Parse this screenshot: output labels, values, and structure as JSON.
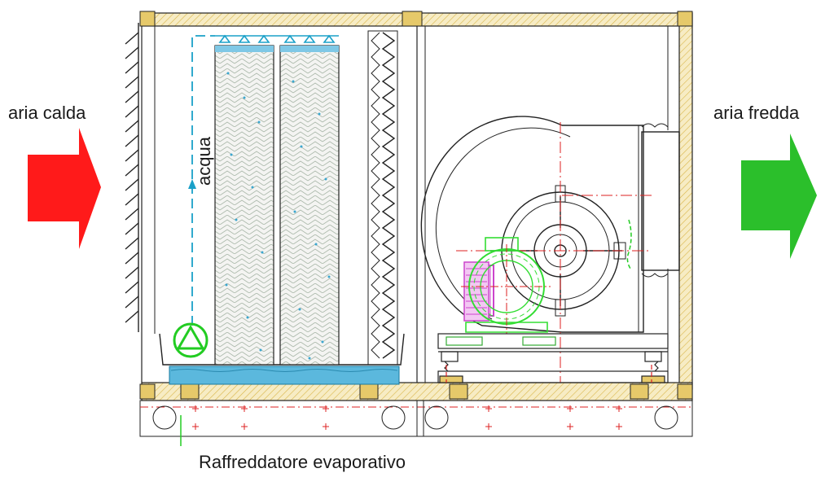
{
  "labels": {
    "hot_air": "aria calda",
    "cold_air": "aria fredda",
    "water": "acqua",
    "caption": "Raffreddatore evaporativo"
  },
  "colors": {
    "hot_air_arrow": "#ff1a1a",
    "cold_air_arrow": "#2bbf2b",
    "frame_hatch": "#e6c96a",
    "water_line": "#1aa0c8",
    "water_basin": "#5bb8dd",
    "pump": "#22cc22",
    "motor_body": "#cc44cc",
    "motor_outline": "#33dd33",
    "centerline": "#dd2222",
    "drawing_line": "#222222"
  },
  "icons": {
    "pump": "pump-icon",
    "fan": "centrifugal-fan-icon",
    "motor": "motor-icon"
  }
}
